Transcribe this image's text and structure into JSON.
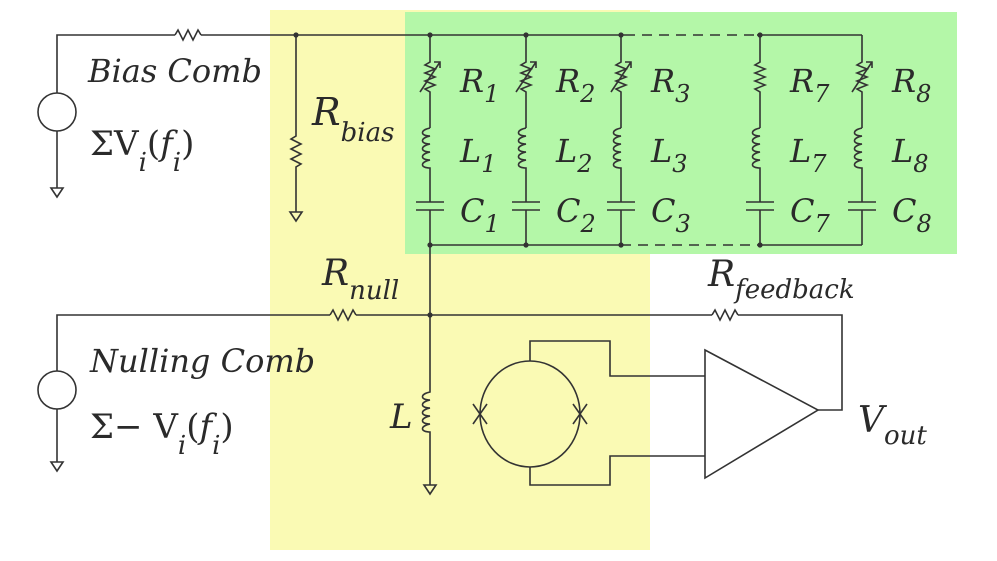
{
  "colors": {
    "yellow_region": "#fafab4",
    "green_region": "#b4f7a8",
    "wire": "#333333",
    "text": "#2a2a2a"
  },
  "labels": {
    "bias_comb": "Bias Comb",
    "nulling_comb": "Nulling Comb",
    "bias_sum": "ΣV",
    "null_sum": "Σ− V",
    "sub_i": "i",
    "f": "f",
    "open_paren": "(",
    "close_paren": ")",
    "R": "R",
    "L": "L",
    "C": "C",
    "bias": "bias",
    "null": "null",
    "feedback": "feedback",
    "V": "V",
    "out": "out"
  },
  "branches": [
    {
      "index": "1"
    },
    {
      "index": "2"
    },
    {
      "index": "3"
    },
    {
      "index": "7"
    },
    {
      "index": "8"
    }
  ],
  "icons": {
    "bias_source": "ac-voltage-source-icon",
    "null_source": "ac-voltage-source-icon",
    "squid": "squid-ring-icon",
    "amplifier": "op-amp-triangle-icon"
  }
}
